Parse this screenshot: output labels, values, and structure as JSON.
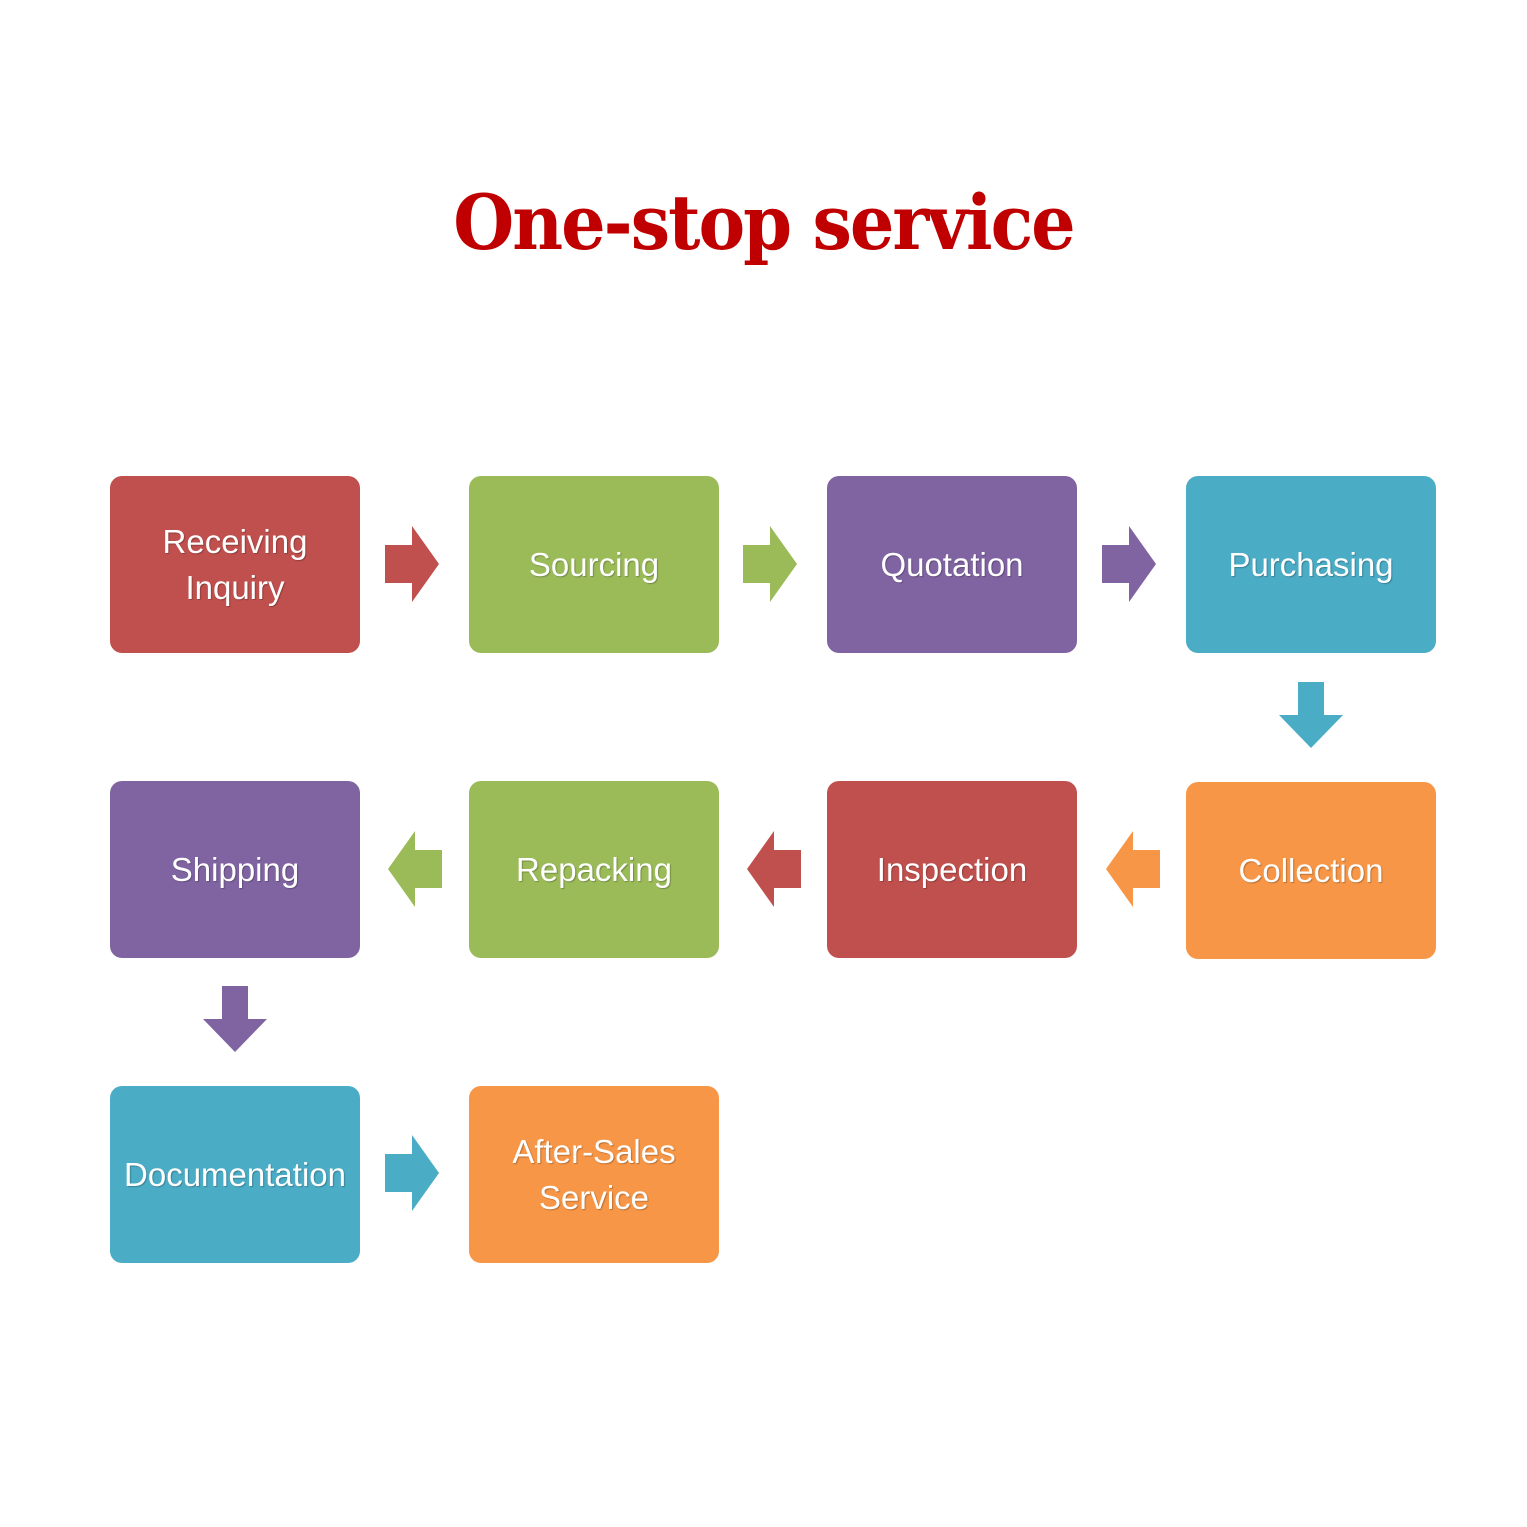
{
  "title": "One-stop service",
  "colors": {
    "red": "#c0504d",
    "green": "#9bbb59",
    "purple": "#8064a2",
    "blue": "#4bacc6",
    "orange": "#f79646",
    "title": "#c00000"
  },
  "steps": [
    {
      "label": "Receiving\nInquiry",
      "color": "red"
    },
    {
      "label": "Sourcing",
      "color": "green"
    },
    {
      "label": "Quotation",
      "color": "purple"
    },
    {
      "label": "Purchasing",
      "color": "blue"
    },
    {
      "label": "Collection",
      "color": "orange"
    },
    {
      "label": "Inspection",
      "color": "red"
    },
    {
      "label": "Repacking",
      "color": "green"
    },
    {
      "label": "Shipping",
      "color": "purple"
    },
    {
      "label": "Documentation",
      "color": "blue"
    },
    {
      "label": "After-Sales\nService",
      "color": "orange"
    }
  ],
  "connectors": [
    {
      "from": 0,
      "to": 1,
      "direction": "right",
      "color": "red"
    },
    {
      "from": 1,
      "to": 2,
      "direction": "right",
      "color": "green"
    },
    {
      "from": 2,
      "to": 3,
      "direction": "right",
      "color": "purple"
    },
    {
      "from": 3,
      "to": 4,
      "direction": "down",
      "color": "blue"
    },
    {
      "from": 4,
      "to": 5,
      "direction": "left",
      "color": "orange"
    },
    {
      "from": 5,
      "to": 6,
      "direction": "left",
      "color": "red"
    },
    {
      "from": 6,
      "to": 7,
      "direction": "left",
      "color": "green"
    },
    {
      "from": 7,
      "to": 8,
      "direction": "down",
      "color": "purple"
    },
    {
      "from": 8,
      "to": 9,
      "direction": "right",
      "color": "blue"
    }
  ]
}
